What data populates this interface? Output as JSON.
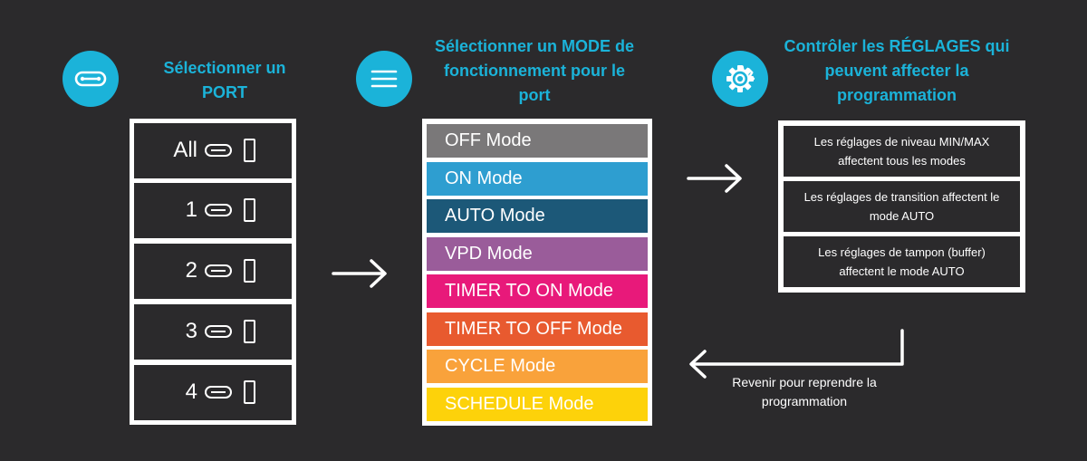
{
  "steps": [
    {
      "title_line1": "Sélectionner un",
      "title_line2": "PORT",
      "icon": "connector-icon"
    },
    {
      "title_line1": "Sélectionner un MODE de",
      "title_line2": "fonctionnement pour le",
      "title_line3": "port",
      "icon": "menu-icon"
    },
    {
      "title_line1": "Contrôler les RÉGLAGES qui",
      "title_line2": "peuvent affecter la",
      "title_line3": "programmation",
      "icon": "gear-icon"
    }
  ],
  "ports": [
    {
      "label": "All"
    },
    {
      "label": "1"
    },
    {
      "label": "2"
    },
    {
      "label": "3"
    },
    {
      "label": "4"
    }
  ],
  "modes": [
    {
      "label": "OFF Mode",
      "color": "#7a7879"
    },
    {
      "label": "ON Mode",
      "color": "#2e9ed0"
    },
    {
      "label": "AUTO Mode",
      "color": "#1c5878"
    },
    {
      "label": "VPD Mode",
      "color": "#9a5c9a"
    },
    {
      "label": "TIMER TO ON Mode",
      "color": "#e8197a"
    },
    {
      "label": "TIMER TO OFF Mode",
      "color": "#e85a2f"
    },
    {
      "label": "CYCLE Mode",
      "color": "#f9a23b"
    },
    {
      "label": "SCHEDULE Mode",
      "color": "#fdd20a"
    }
  ],
  "settings": [
    {
      "line1": "Les réglages de niveau MIN/MAX",
      "line2": "affectent tous les modes"
    },
    {
      "line1": "Les réglages de transition affectent le",
      "line2": "mode AUTO"
    },
    {
      "line1": "Les réglages de tampon (buffer)",
      "line2": "affectent le mode AUTO"
    }
  ],
  "return_caption": {
    "line1": "Revenir pour reprendre la",
    "line2": "programmation"
  },
  "colors": {
    "accent": "#1bb3d9",
    "background": "#2b2a2c",
    "panel": "#ffffff"
  }
}
